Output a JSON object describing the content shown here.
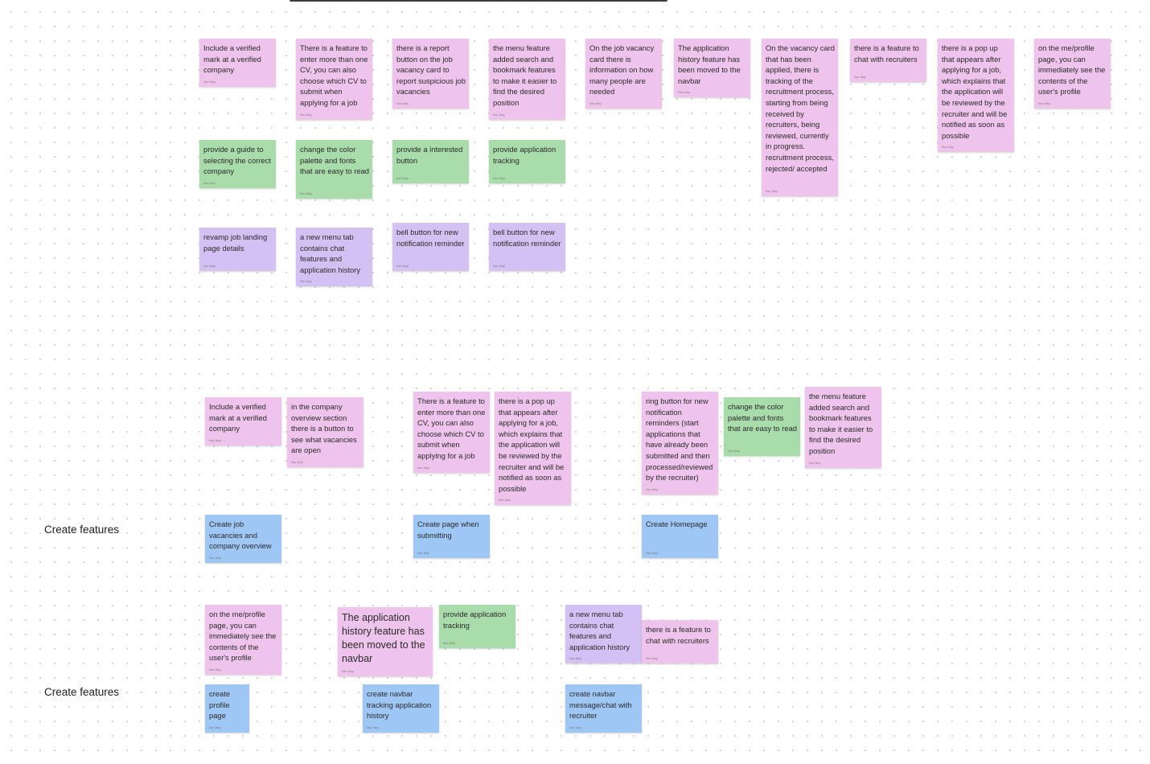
{
  "section_labels": [
    "Create features",
    "Create features"
  ],
  "author_tag": "Nur Aisy",
  "notes": [
    {
      "text": "Include a verified mark at a verified company",
      "color": "pink"
    },
    {
      "text": "There is a feature to enter more than one CV, you can also choose which CV to submit when applying for a job",
      "color": "pink"
    },
    {
      "text": "there is a report button on the job vacancy card to report suspicious job vacancies",
      "color": "pink"
    },
    {
      "text": "the menu feature added search and bookmark features to make it easier to find the desired position",
      "color": "pink"
    },
    {
      "text": "On the job vacancy card there is information on how many people are needed",
      "color": "pink"
    },
    {
      "text": "The application history feature has been moved to the navbar",
      "color": "pink"
    },
    {
      "text": "On the vacancy card that has been applied, there is tracking of the recruitment process, starting from being received by recruiters, being reviewed, currently in progress. recruitment process, rejected/ accepted",
      "color": "pink"
    },
    {
      "text": "there is a feature to chat with recruiters",
      "color": "pink"
    },
    {
      "text": "there is a pop up that appears after applying for a job, which explains that the application will be reviewed by the recruiter and will be notified as soon as possible",
      "color": "pink"
    },
    {
      "text": "on the me/profile page, you can immediately see the contents of the user's profile",
      "color": "pink"
    },
    {
      "text": "provide a guide to selecting the correct company",
      "color": "green"
    },
    {
      "text": "change the color palette and fonts that are easy to read",
      "color": "green"
    },
    {
      "text": "provide a interested button",
      "color": "green"
    },
    {
      "text": "provide application tracking",
      "color": "green"
    },
    {
      "text": "revamp job landing page details",
      "color": "purple"
    },
    {
      "text": "a new menu tab contains chat features and application history",
      "color": "purple"
    },
    {
      "text": "bell button for new notification reminder",
      "color": "purple"
    },
    {
      "text": "bell button for new notification reminder",
      "color": "purple"
    },
    {
      "text": "Include a verified mark at a verified company",
      "color": "pink"
    },
    {
      "text": "in the company overview section there is a button to see what vacancies are open",
      "color": "pink"
    },
    {
      "text": "There is a feature to enter more than one CV, you can also choose which CV to submit when applying for a job",
      "color": "pink"
    },
    {
      "text": "there is a pop up that appears after applying for a job, which explains that the application will be reviewed by the recruiter and will be notified as soon as possible",
      "color": "pink"
    },
    {
      "text": "ring button for new notification reminders (start applications that have already been submitted and then processed/reviewed by the recruiter)",
      "color": "pink"
    },
    {
      "text": "change the color palette and fonts that are easy to read",
      "color": "green"
    },
    {
      "text": "the menu feature added search and bookmark features to make it easier to find the desired position",
      "color": "pink"
    },
    {
      "text": "Create job vacancies and company overview",
      "color": "blue"
    },
    {
      "text": "Create page when submitting",
      "color": "blue"
    },
    {
      "text": "Create Homepage",
      "color": "blue"
    },
    {
      "text": "on the me/profile page, you can immediately see the contents of the user's profile",
      "color": "pink"
    },
    {
      "text": "The application history feature has been moved to the navbar",
      "color": "pink"
    },
    {
      "text": "provide application tracking",
      "color": "green"
    },
    {
      "text": "a new menu tab contains chat features and application history",
      "color": "purple"
    },
    {
      "text": "there is a feature to chat with recruiters",
      "color": "pink"
    },
    {
      "text": "create profile page",
      "color": "blue"
    },
    {
      "text": "create navbar tracking application history",
      "color": "blue"
    },
    {
      "text": "create navbar message/chat with recruiter",
      "color": "blue"
    }
  ]
}
